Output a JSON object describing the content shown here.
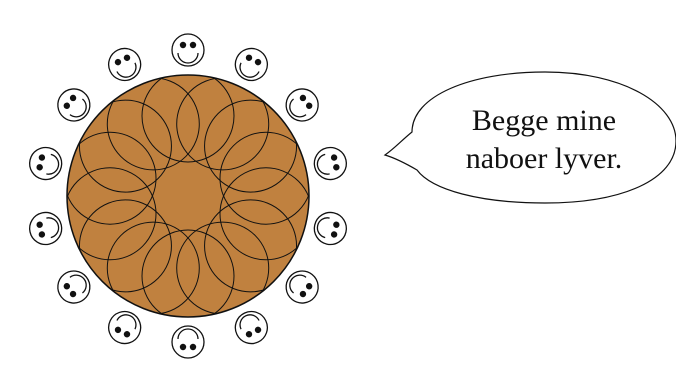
{
  "speech_bubble": {
    "line_1": "Begge mine",
    "line_2": "naboer lyver."
  },
  "table": {
    "fill_color": "#C0813F",
    "line_color": "#111111"
  },
  "people": {
    "count": 14,
    "face_icon": "smiley-face-icon",
    "face_fill": "#ffffff",
    "line_color": "#111111"
  }
}
